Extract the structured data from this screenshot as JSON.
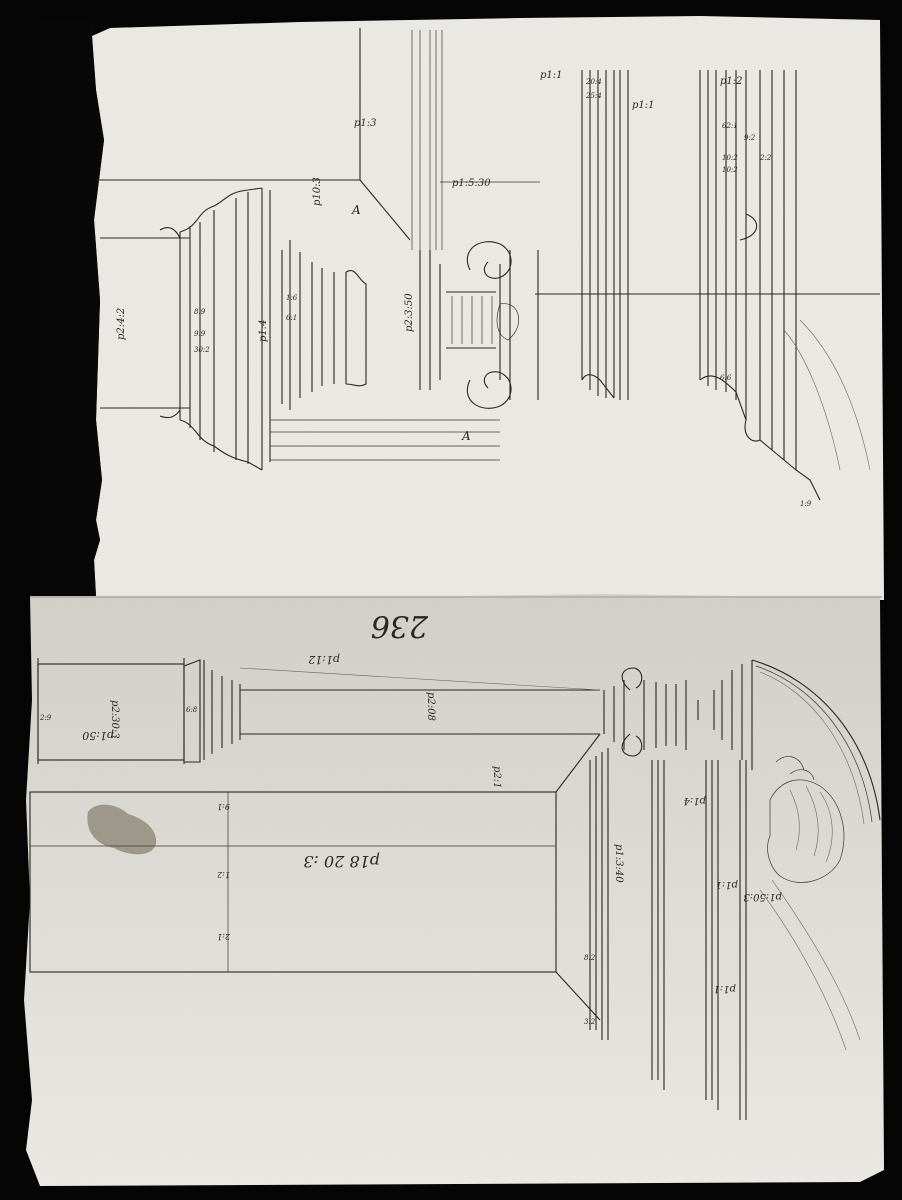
{
  "sheet": {
    "folio_number": "236",
    "upper_labels": {
      "letter_a": "A",
      "dims": [
        "p1:1",
        "p1:1",
        "p1:2",
        "p1:3",
        "p10:3",
        "p1:5:30",
        "p2:3:50",
        "p2:4:2",
        "p1:4"
      ],
      "small_dims": [
        "20:4",
        "25:4",
        "10:2",
        "62:1",
        "2:2",
        "9:2",
        "10:2",
        "8:9",
        "9:9",
        "30:2",
        "1:6",
        "6:1",
        "6:6",
        "1:9"
      ]
    },
    "lower_labels": {
      "dims": [
        "p1:12",
        "p1:50",
        "p2:30:3",
        "p2:08",
        "p2:1",
        "p1:4",
        "p1:3:40",
        "p1:1",
        "p1:1",
        "p1:50:3"
      ],
      "small_dims": [
        "2:9",
        "6:8",
        "9:1",
        "1:2",
        "2:1",
        "8:2",
        "3:2"
      ],
      "large_note": "p18 20 :3"
    }
  },
  "colors": {
    "paper": "#ecebe5",
    "paper_shadow": "#d8d6cf",
    "ink": "#2a2622",
    "background": "#050505"
  }
}
